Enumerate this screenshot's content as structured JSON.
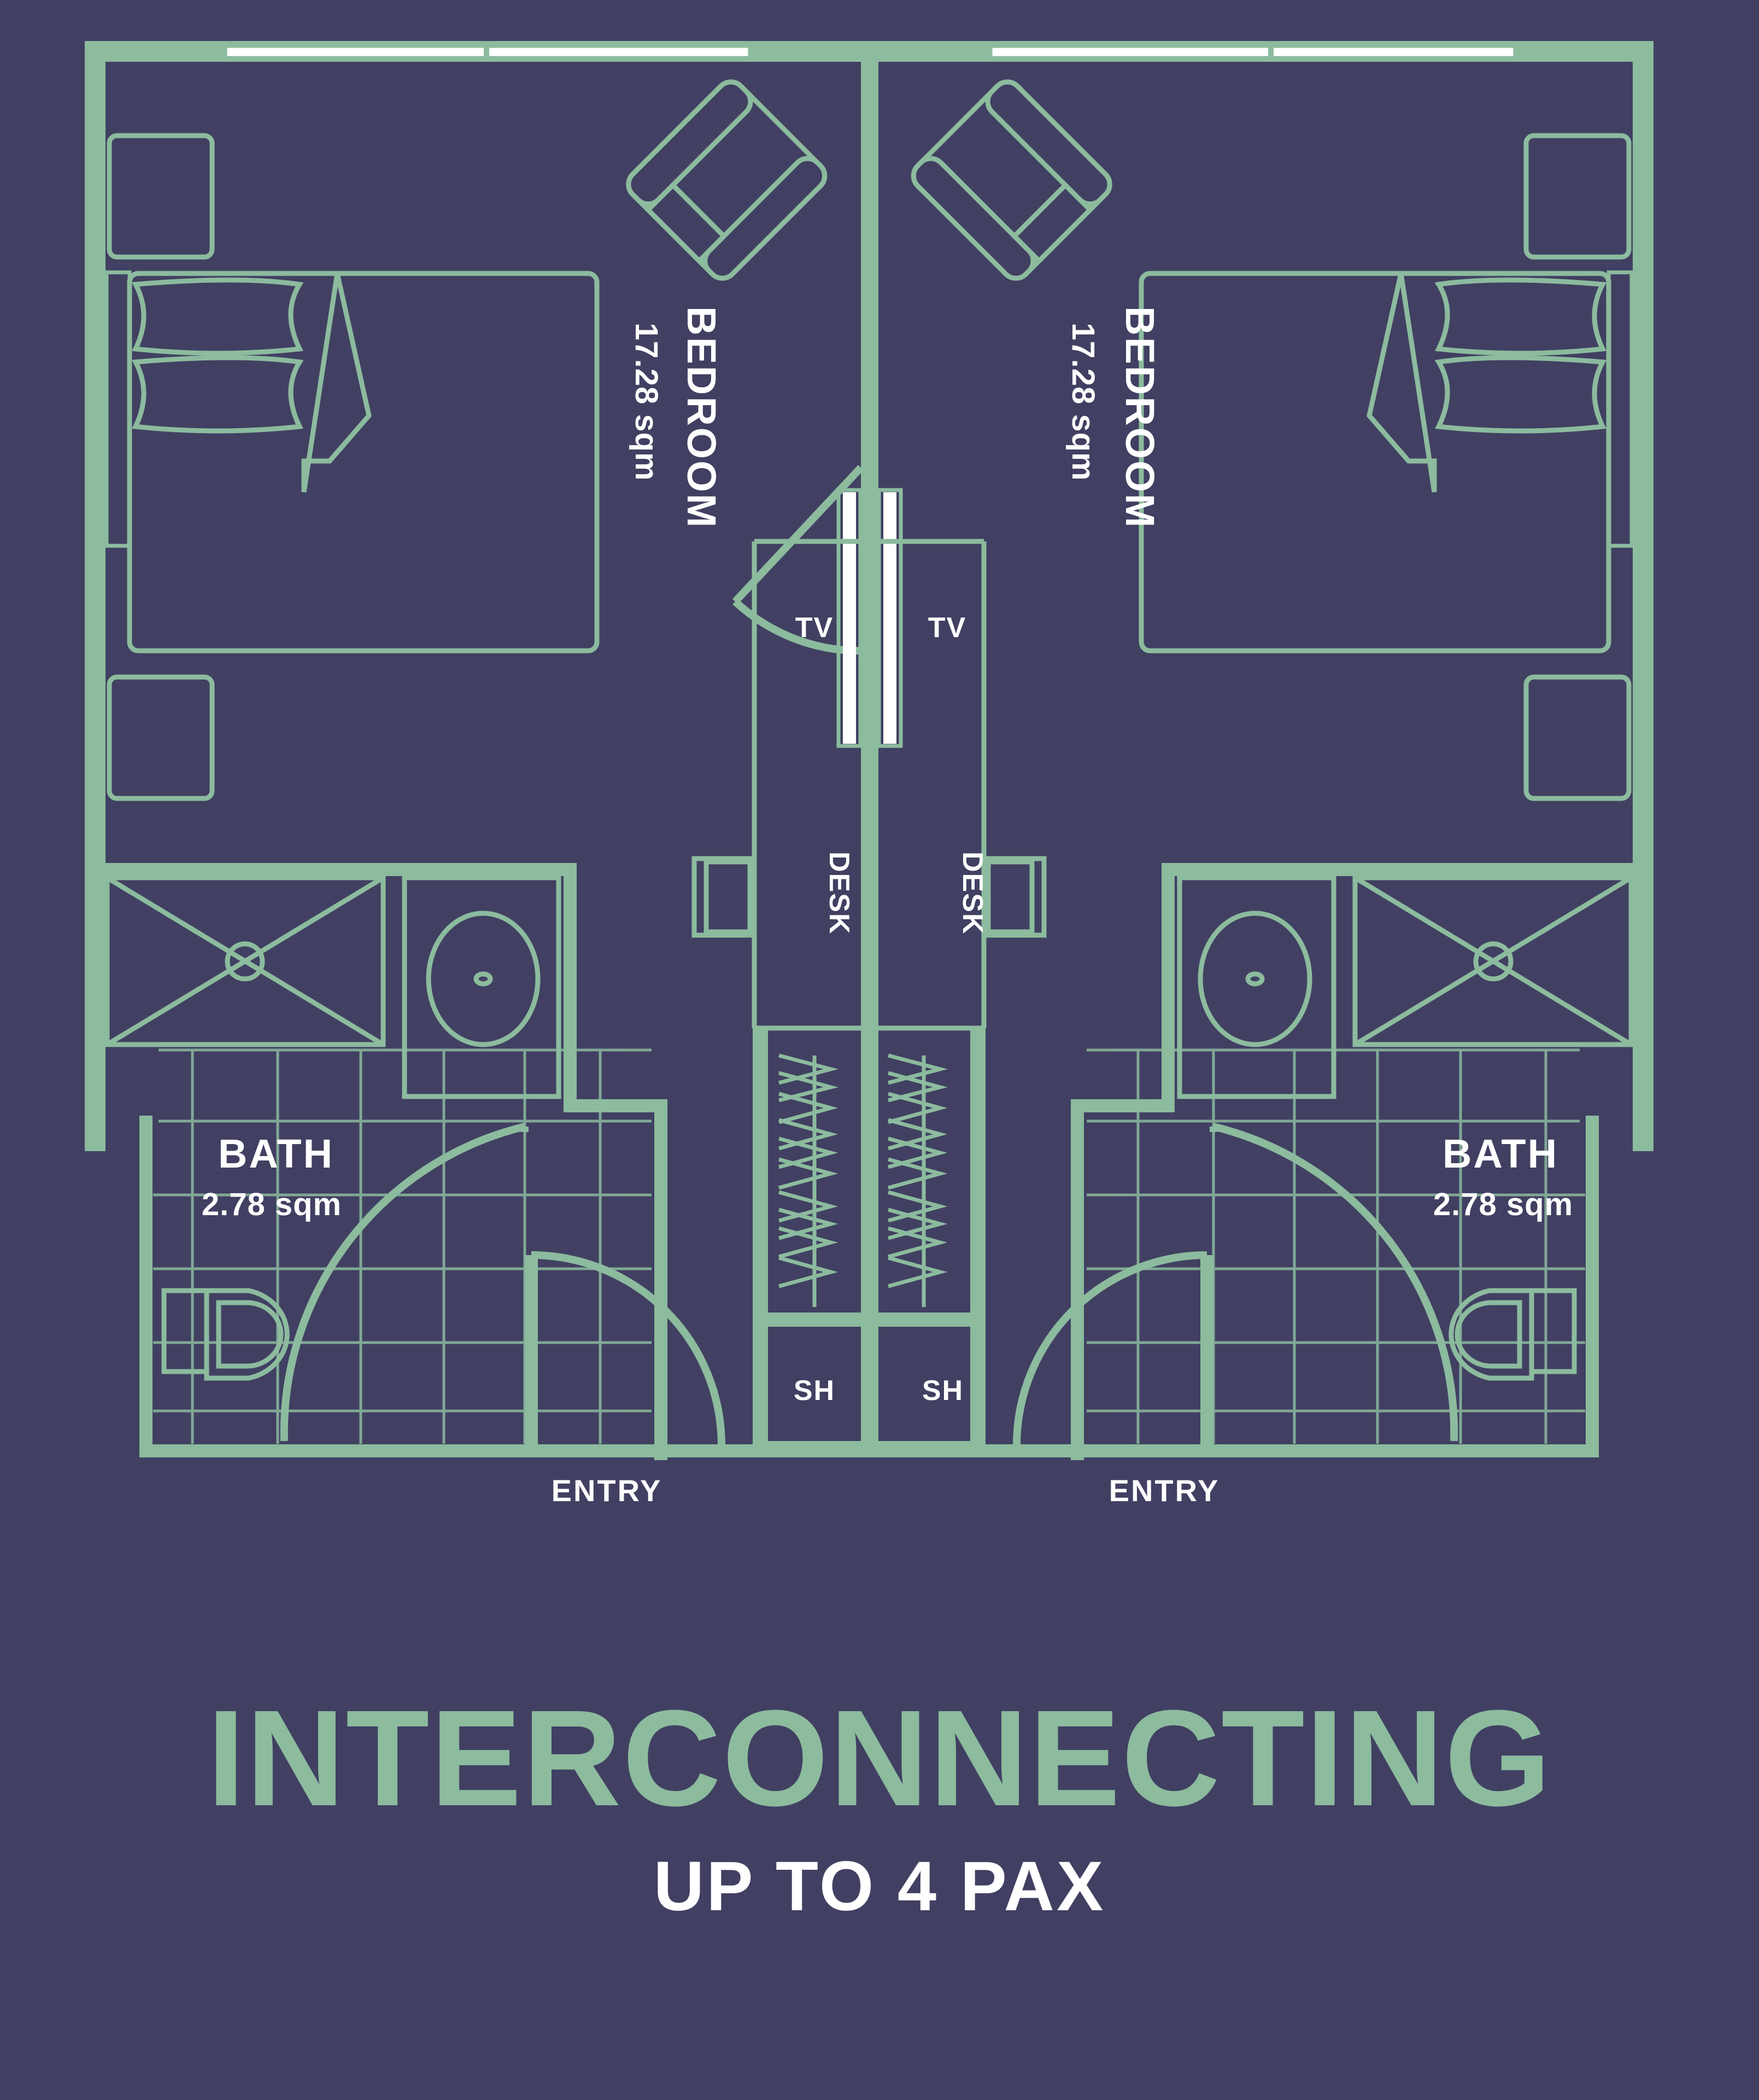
{
  "page": {
    "background_color": "#414062",
    "line_color": "#8CBB9E",
    "text_color": "#FFFFFF"
  },
  "title_block": {
    "main_title": "INTERCONNECTING",
    "subtitle": "UP TO 4 PAX",
    "main_title_color": "#8CBB9E",
    "subtitle_color": "#FFFFFF"
  },
  "rooms": {
    "bedroom_left": {
      "name": "BEDROOM",
      "area": "17.28 sqm"
    },
    "bedroom_right": {
      "name": "BEDROOM",
      "area": "17.28 sqm"
    },
    "bath_left": {
      "name": "BATH",
      "area": "2.78 sqm"
    },
    "bath_right": {
      "name": "BATH",
      "area": "2.78 sqm"
    }
  },
  "fixtures": {
    "tv_left": "TV",
    "tv_right": "TV",
    "desk_left": "DESK",
    "desk_right": "DESK",
    "shower_left": "SH",
    "shower_right": "SH",
    "entry_left": "ENTRY",
    "entry_right": "ENTRY"
  }
}
